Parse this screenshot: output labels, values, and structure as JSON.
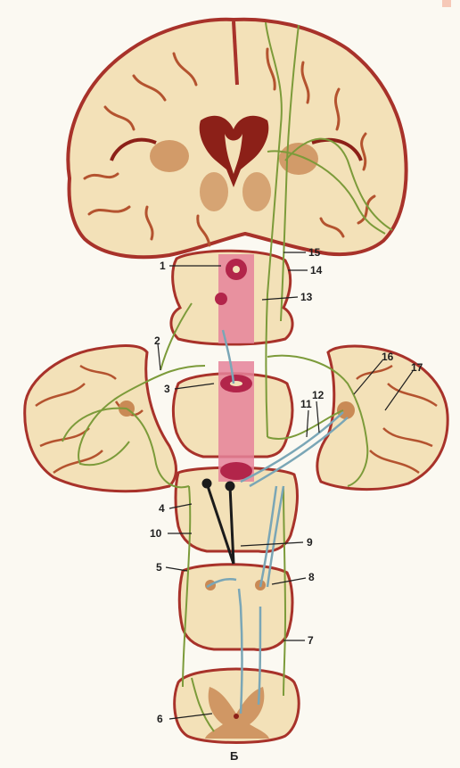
{
  "figure": {
    "panel_letter": "Б",
    "labels": [
      "1",
      "2",
      "3",
      "4",
      "5",
      "6",
      "7",
      "8",
      "9",
      "10",
      "11",
      "12",
      "13",
      "14",
      "15",
      "16",
      "17"
    ]
  },
  "colors": {
    "background": "#fbf9f2",
    "tissue": "#f3e1b8",
    "cortex_outline": "#a8322a",
    "gray_matter": "#b4532f",
    "gray_matter_fill": "#c98a55",
    "ventricle": "#8c2018",
    "pathway_green": "#7c9b3a",
    "pathway_blue": "#7aa6b6",
    "pathway_black": "#1b1b1b",
    "aqueduct_pink": "#e5839a",
    "aqueduct_core": "#b2254a"
  },
  "icons": [
    "brain-hemisphere-section",
    "midbrain-section",
    "pons-section",
    "cerebellum",
    "medulla-section",
    "spinal-cord-section"
  ]
}
